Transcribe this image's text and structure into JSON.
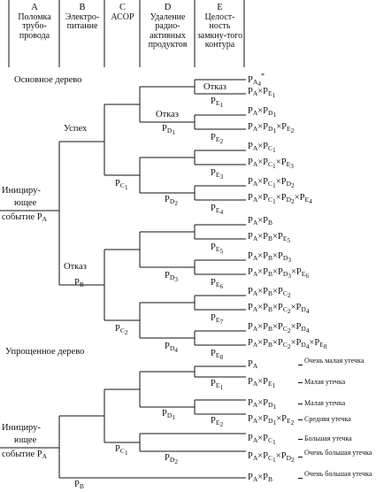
{
  "header": {
    "columns": [
      {
        "letter": "A",
        "text": "Поломка трубо-провода"
      },
      {
        "letter": "B",
        "text": "Электро-питание"
      },
      {
        "letter": "C",
        "text": "АСОР"
      },
      {
        "letter": "D",
        "text": "Удаление радио-активных продуктов"
      },
      {
        "letter": "E",
        "text": "Целост-ность замкну-того контура"
      }
    ]
  },
  "main_tree": {
    "title": "Основное дерево",
    "initiator": {
      "line1": "Инициру-",
      "line2": "ющее",
      "line3_text": "событие P",
      "line3_sub": "A"
    },
    "branch_labels": {
      "success": "Успех",
      "failure": "Отказ",
      "pb_sub": "B"
    },
    "mid_labels": {
      "otkaz_e": "Отказ",
      "otkaz_d": "Отказ"
    },
    "outcomes": [
      "PA4*",
      "PA×PE1",
      "PA×PD1",
      "PA×PD1×PE2",
      "PA×PC1",
      "PA×PC1×PE3",
      "PA×PC1×PD2",
      "PA×PC1×PD2×PE4",
      "PA×PB",
      "PA×PB×PE5",
      "PA×PB×PD3",
      "PA×PB×PD3×PE6",
      "PA×PB×PC2",
      "PA×PB×PC2×PD4",
      "PA×PB×PC2×PD4",
      "PA×PB×PC2×PD4×PE8"
    ],
    "branch_probs": [
      "PE1",
      "PD1",
      "PE2",
      "PC1",
      "PE3",
      "PD2",
      "PE4",
      "PB",
      "PE5",
      "PD3",
      "PE6",
      "PC2",
      "PE7",
      "PD4",
      "PE8"
    ]
  },
  "simplified_tree": {
    "title": "Упрощенное дерево",
    "initiator": {
      "line1": "Инициру-",
      "line2": "ющее",
      "line3_text": "событие P",
      "line3_sub": "A"
    },
    "outcomes": [
      {
        "label": "PA",
        "severity": "Очень малая утечка"
      },
      {
        "label": "PA×PE1",
        "severity": "Малая утечка"
      },
      {
        "label": "PA×PD1",
        "severity": "Малая утечка"
      },
      {
        "label": "PA×PD1×PE2",
        "severity": "Средняя утечка"
      },
      {
        "label": "PA×PC1",
        "severity": "Большая утечка"
      },
      {
        "label": "PA×PC1×PD2",
        "severity": "Очень большая утечка"
      },
      {
        "label": "PA×PB",
        "severity": "Очень большая утечка"
      }
    ],
    "branch_probs": [
      "PE1",
      "PD1",
      "PE2",
      "PC1",
      "PD2",
      "PB"
    ]
  }
}
